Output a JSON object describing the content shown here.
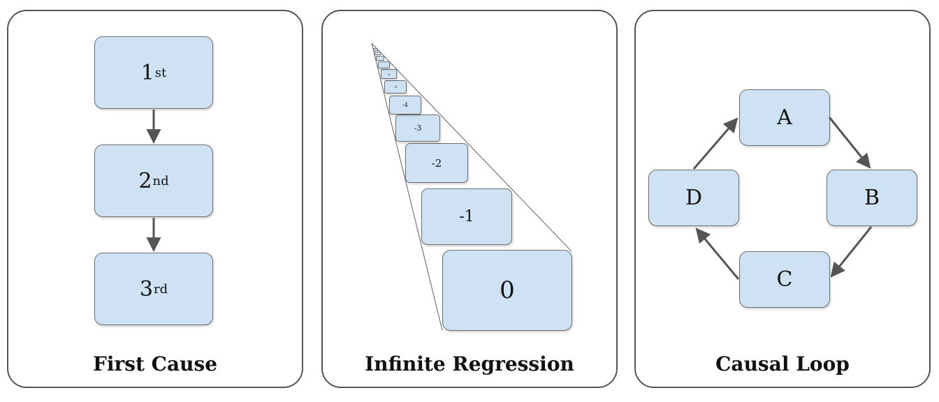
{
  "panels": [
    {
      "title": "First Cause",
      "nodes": [
        {
          "base": "1",
          "sup": "st"
        },
        {
          "base": "2",
          "sup": "nd"
        },
        {
          "base": "3",
          "sup": "rd"
        }
      ]
    },
    {
      "title": "Infinite Regression",
      "nodes": [
        "0",
        "-1",
        "-2",
        "-3",
        "-4",
        "-5",
        "-6"
      ]
    },
    {
      "title": "Causal Loop",
      "nodes": {
        "a": "A",
        "b": "B",
        "c": "C",
        "d": "D"
      }
    }
  ],
  "colors": {
    "box_fill": "#cfe2f3",
    "box_border": "#6e6e6e",
    "arrow": "#555555"
  }
}
